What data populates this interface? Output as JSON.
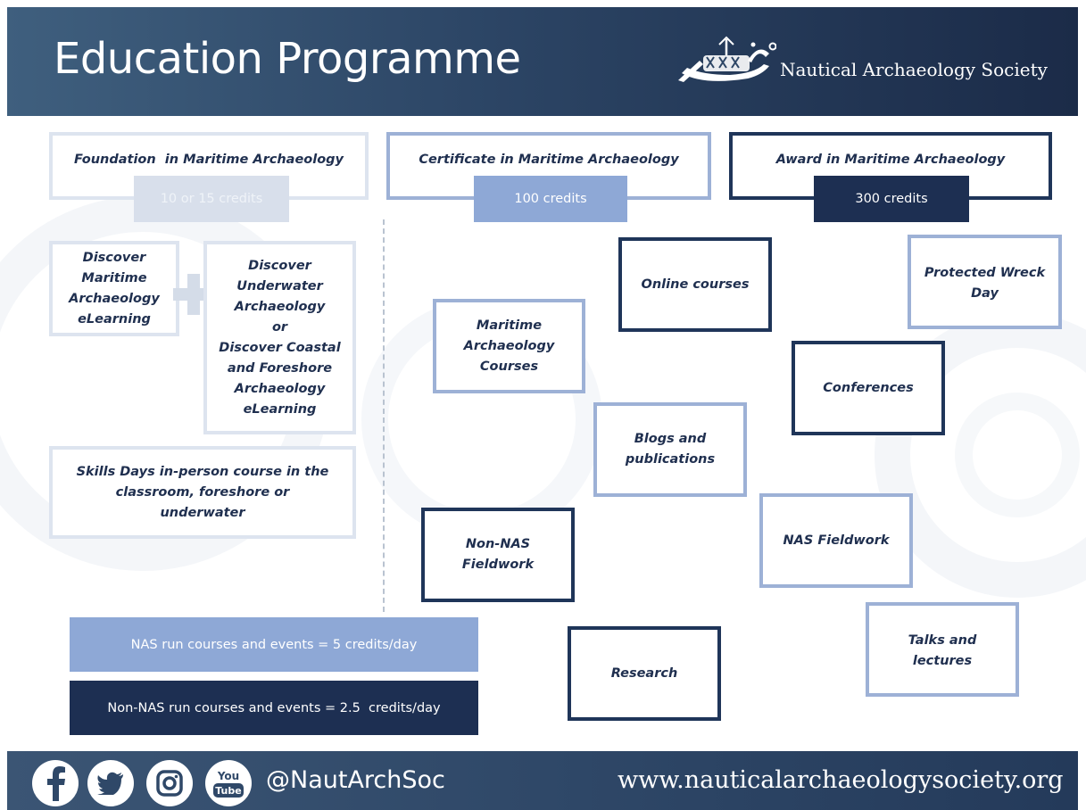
{
  "header": {
    "title": "Education Programme",
    "organisation": "Nautical Archaeology Society",
    "logo_icon": "ship-logo-icon"
  },
  "tiers": [
    {
      "title": "Foundation  in Maritime Archaeology",
      "credits": "10 or 15 credits"
    },
    {
      "title": "Certificate in Maritime Archaeology",
      "credits": "100 credits"
    },
    {
      "title": "Award in Maritime Archaeology",
      "credits": "300 credits"
    }
  ],
  "foundation": {
    "elearning_1": "Discover Maritime Archaeology eLearning",
    "plus_icon": "plus-icon",
    "elearning_2_lines": [
      "Discover",
      "Underwater",
      "Archaeology",
      "or",
      "Discover Coastal",
      "and Foreshore",
      "Archaeology",
      "eLearning"
    ],
    "skills_days": "Skills Days in-person course in the classroom, foreshore or underwater"
  },
  "activities": {
    "maritime_courses": "Maritime Archaeology Courses",
    "online_courses": "Online courses",
    "protected_wreck_day": "Protected Wreck Day",
    "conferences": "Conferences",
    "blogs": "Blogs and publications",
    "non_nas_fieldwork": "Non-NAS Fieldwork",
    "nas_fieldwork": "NAS Fieldwork",
    "talks": "Talks and lectures",
    "research": "Research"
  },
  "credit_rules": {
    "nas": "NAS run courses and events = 5 credits/day",
    "non_nas": "Non-NAS run courses and events = 2.5  credits/day"
  },
  "footer": {
    "social_icons": [
      "facebook-icon",
      "twitter-icon",
      "instagram-icon",
      "youtube-icon"
    ],
    "youtube_line1": "You",
    "youtube_line2": "Tube",
    "handle": "@NautArchSoc",
    "website": "www.nauticalarchaeologysociety.org"
  },
  "colors": {
    "navy": "#1d2f52",
    "mid_blue": "#8ea8d6",
    "light_blue": "#dde4ef",
    "header_start": "#3f5f7e",
    "header_end": "#1b2b48"
  }
}
